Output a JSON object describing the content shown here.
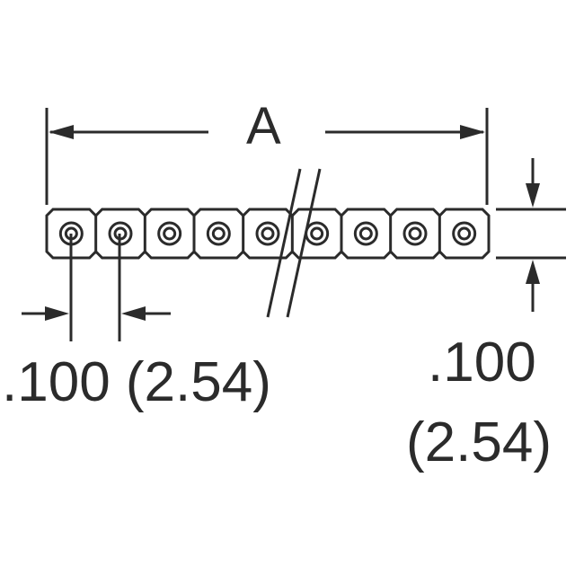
{
  "labels": {
    "overall_length": "A",
    "pitch": ".100 (2.54)",
    "row_height_in": ".100",
    "row_height_mm": "(2.54)"
  },
  "connector": {
    "visible_positions": 9
  },
  "colors": {
    "line": "#2b2b2b",
    "background": "#ffffff"
  }
}
